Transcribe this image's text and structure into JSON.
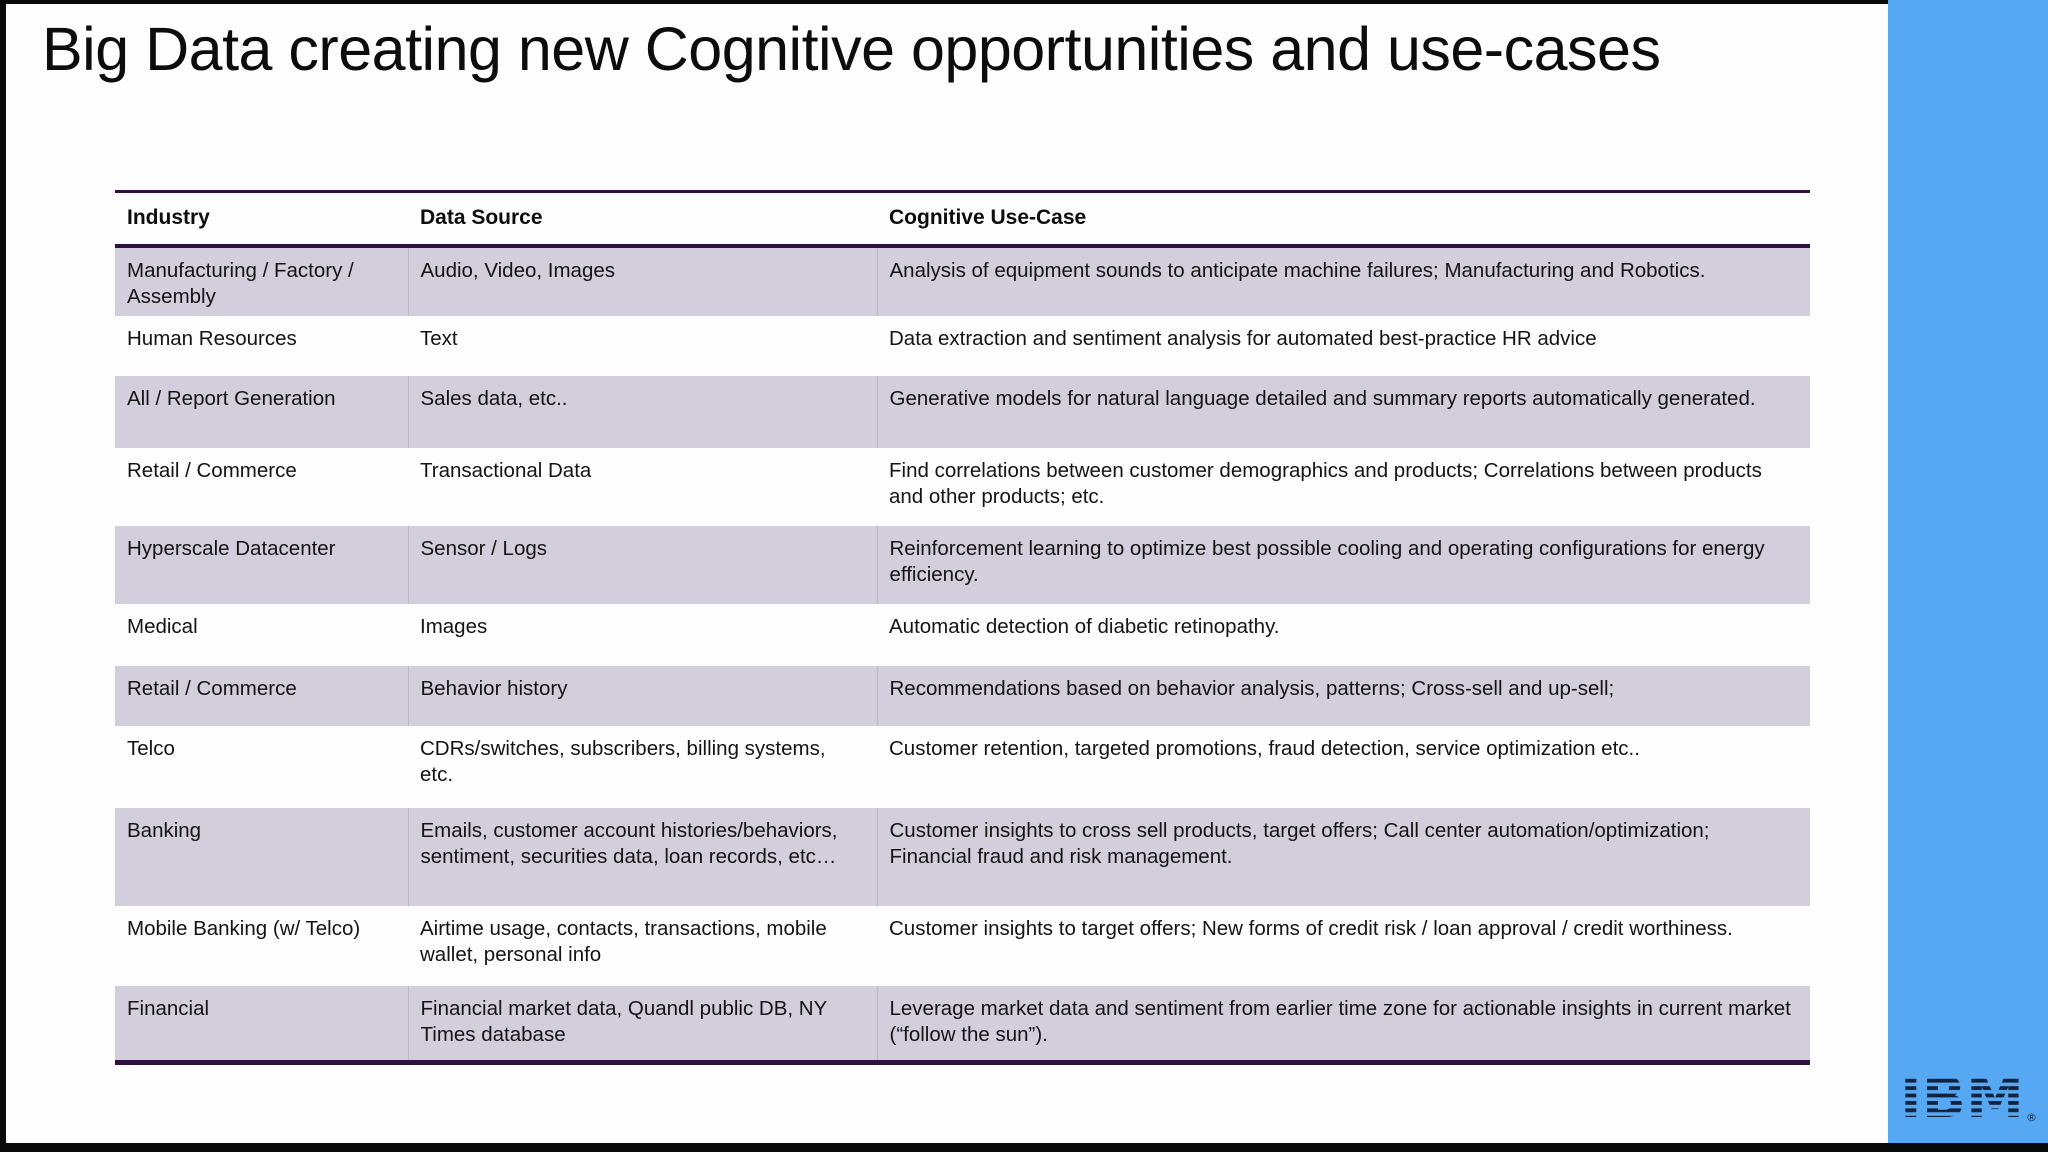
{
  "slide": {
    "title": "Big Data creating new Cognitive opportunities and use-cases"
  },
  "table": {
    "headers": [
      "Industry",
      "Data Source",
      "Cognitive Use-Case"
    ],
    "rows": [
      [
        "Manufacturing / Factory / Assembly",
        "Audio,  Video, Images",
        "Analysis of equipment sounds to anticipate machine failures;  Manufacturing and Robotics."
      ],
      [
        "Human Resources",
        "Text",
        "Data extraction and sentiment analysis for automated best-practice HR advice"
      ],
      [
        "All / Report Generation",
        "Sales data, etc..",
        "Generative models for natural language detailed and summary reports automatically generated."
      ],
      [
        "Retail / Commerce",
        "Transactional Data",
        "Find correlations between customer demographics and products;  Correlations between products and other products; etc."
      ],
      [
        "Hyperscale Datacenter",
        "Sensor / Logs",
        "Reinforcement learning to optimize best possible cooling and operating configurations for energy efficiency."
      ],
      [
        "Medical",
        "Images",
        "Automatic detection of diabetic retinopathy."
      ],
      [
        "Retail / Commerce",
        "Behavior history",
        "Recommendations based on behavior analysis, patterns;  Cross-sell and up-sell;"
      ],
      [
        "Telco",
        "CDRs/switches,  subscribers, billing systems, etc.",
        "Customer retention,  targeted promotions,  fraud detection, service optimization etc.."
      ],
      [
        "Banking",
        "Emails, customer account histories/behaviors,  sentiment,  securities data,  loan records, etc…",
        "Customer insights to cross sell products,  target offers;   Call center automation/optimization;   Financial fraud and risk management."
      ],
      [
        "Mobile Banking (w/ Telco)",
        "Airtime usage,  contacts,  transactions, mobile wallet,  personal info",
        "Customer insights to target offers;  New forms of credit risk / loan approval / credit worthiness."
      ],
      [
        "Financial",
        "Financial market data,  Quandl public DB, NY Times database",
        "Leverage market data and sentiment from earlier time zone for actionable insights in current market (“follow the sun”)."
      ]
    ]
  },
  "logo": {
    "text": "IBM",
    "registered_mark": "®"
  },
  "colors": {
    "accent_blue": "#57a8f3",
    "row_shade": "#d2cedb",
    "table_line": "#2d1240",
    "logo_navy": "#12233f",
    "frame_black": "#0a0a0a"
  }
}
